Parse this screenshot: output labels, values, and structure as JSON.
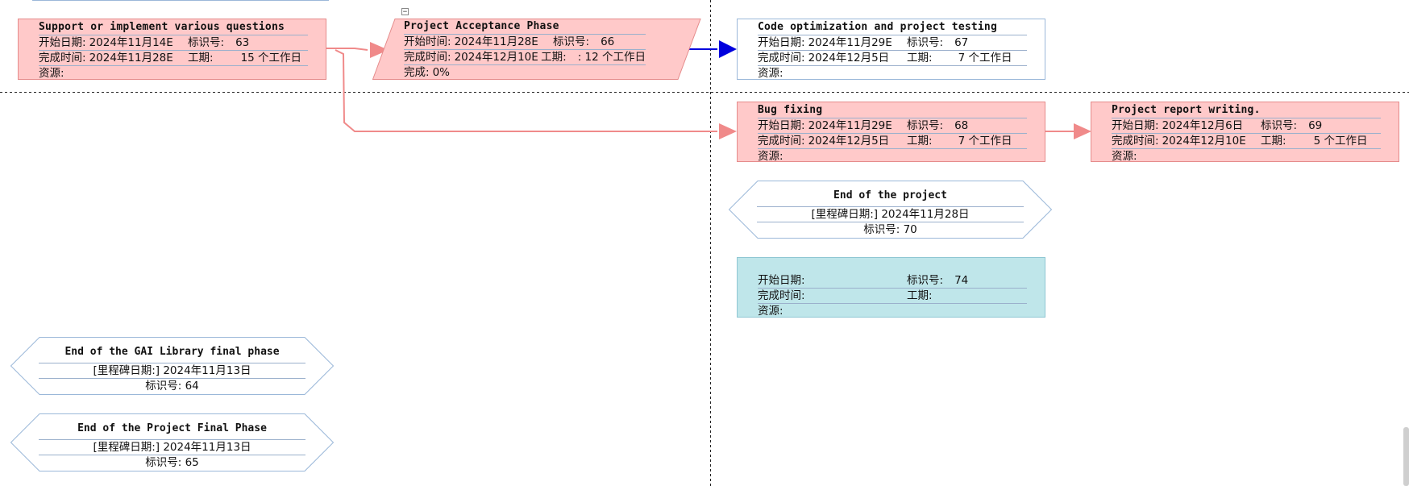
{
  "labels": {
    "start_date": "开始日期:",
    "start_time": "开始时间:",
    "finish_time": "完成时间:",
    "id": "标识号:",
    "duration": "工期:",
    "resources": "资源:",
    "complete": "完成:",
    "milestone_date": "[里程碑日期:]"
  },
  "colors": {
    "critical_fill": "#ffc9c9",
    "critical_border": "#e58b8b",
    "link_critical": "#f08a8a",
    "link_normal": "#0000dd",
    "milestone_border": "#9bb8d9",
    "summary_cyan": "#bfe6ea"
  },
  "tasks": {
    "t63": {
      "title": "Support or implement various questions",
      "start": "2024年11月14E",
      "id": "63",
      "finish": "2024年11月28E",
      "duration": "15 个工作日"
    },
    "t66": {
      "title": "Project Acceptance Phase",
      "start": "2024年11月28E",
      "id": "66",
      "finish": "2024年12月10E",
      "duration": ": 12 个工作日",
      "complete": "0%",
      "collapse_glyph": "−"
    },
    "t67": {
      "title": "Code optimization and project testing",
      "start": "2024年11月29E",
      "id": "67",
      "finish": "2024年12月5日",
      "duration": "7 个工作日"
    },
    "t68": {
      "title": "Bug fixing",
      "start": "2024年11月29E",
      "id": "68",
      "finish": "2024年12月5日",
      "duration": "7 个工作日"
    },
    "t69": {
      "title": "Project report writing.",
      "start": "2024年12月6日",
      "id": "69",
      "finish": "2024年12月10E",
      "duration": "5 个工作日"
    },
    "t74": {
      "start": "",
      "id": "74",
      "finish": "",
      "duration": ""
    }
  },
  "milestones": {
    "m70": {
      "title": "End of the project",
      "date": "2024年11月28日",
      "id_label": "标识号:",
      "id": "70"
    },
    "m64": {
      "title": "End of the GAI Library final phase",
      "date": "2024年11月13日",
      "id_label": "标识号:",
      "id": "64"
    },
    "m65": {
      "title": "End of the Project Final Phase",
      "date": "2024年11月13日",
      "id_label": "标识号:",
      "id": "65"
    }
  }
}
